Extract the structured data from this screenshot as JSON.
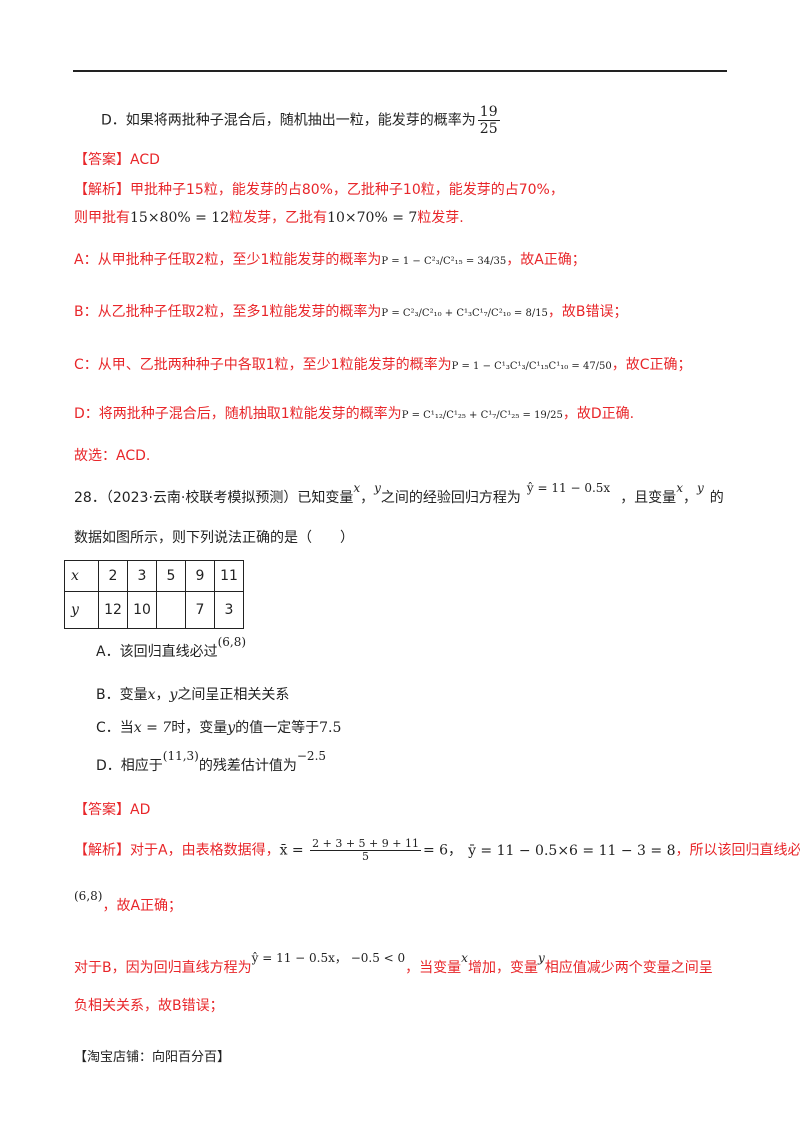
{
  "optionD_prev": {
    "text": "D．如果将两批种子混合后，随机抽出一粒，能发芽的概率为",
    "frac_num": "19",
    "frac_den": "25"
  },
  "answer1": "【答案】ACD",
  "analysis1": {
    "line1": "【解析】甲批种子15粒，能发芽的占80%，乙批种子10粒，能发芽的占70%，",
    "line2_a": "则甲批有",
    "line2_m1": "15×80% = 12",
    "line2_b": "粒发芽，乙批有",
    "line2_m2": "10×70% = 7",
    "line2_c": "粒发芽.",
    "A_text": "A：从甲批种子任取2粒，至少1粒能发芽的概率为",
    "A_formula": "P = 1 − C²₃/C²₁₅ = 34/35",
    "A_end": "，故A正确；",
    "B_text": "B：从乙批种子任取2粒，至多1粒能发芽的概率为",
    "B_formula": "P = C²₃/C²₁₀ + C¹₃C¹₇/C²₁₀ = 8/15",
    "B_end": "，故B错误；",
    "C_text": "C：从甲、乙批两种种子中各取1粒，至少1粒能发芽的概率为",
    "C_formula": "P = 1 − C¹₃C¹₃/C¹₁₅C¹₁₀ = 47/50",
    "C_end": "，故C正确；",
    "D_text": "D：将两批种子混合后，随机抽取1粒能发芽的概率为",
    "D_formula": "P = C¹₁₂/C¹₂₅ + C¹₇/C¹₂₅ = 19/25",
    "D_end": "，故D正确.",
    "choose": "故选：ACD."
  },
  "q28": {
    "line1_a": "28．（2023·云南·校联考模拟预测）已知变量",
    "var_x": "x",
    "comma": "，",
    "var_y": "y",
    "line1_b": "之间的经验回归方程为",
    "equation": "ŷ = 11 − 0.5x",
    "line1_c": "，且变量",
    "line1_d": "的",
    "line2": "数据如图所示，则下列说法正确的是（　　）",
    "table": {
      "x_label": "x",
      "x_values": [
        "2",
        "3",
        "5",
        "9",
        "11"
      ],
      "y_label": "y",
      "y_values": [
        "12",
        "10",
        "",
        "7",
        "3"
      ]
    },
    "optA_a": "A．该回归直线必过",
    "optA_m": "(6,8)",
    "optB_a": "B．变量",
    "optB_b": "之间呈正相关关系",
    "optC_a": "C．当",
    "optC_m1": "x = 7",
    "optC_b": "时，变量",
    "optC_c": "的值一定等于",
    "optC_m2": "7.5",
    "optD_a": "D．相应于",
    "optD_m1": "(11,3)",
    "optD_b": "的残差估计值为",
    "optD_m2": "−2.5"
  },
  "answer2": "【答案】AD",
  "analysis2": {
    "a1": "【解析】对于A，由表格数据得，",
    "xbar": "x̄",
    "xbar_num": "2 + 3 + 5 + 9 + 11",
    "xbar_den": "5",
    "xbar_res": "= 6，",
    "ybar": "ȳ = 11 − 0.5×6 = 11 − 3 = 8",
    "a1_end": "，所以该回归直线必过",
    "a2_m": "(6,8)",
    "a2": "，故A正确；",
    "b1_a": "对于B，因为回归直线方程为",
    "b1_m1": "ŷ = 11 − 0.5x",
    "b1_m2": "，  −0.5 < 0",
    "b1_b": "，当变量",
    "b1_c": "增加，变量",
    "b1_d": "相应值减少两个变量之间呈",
    "b2": "负相关关系，故B错误；"
  },
  "footer": "【淘宝店铺：向阳百分百】"
}
